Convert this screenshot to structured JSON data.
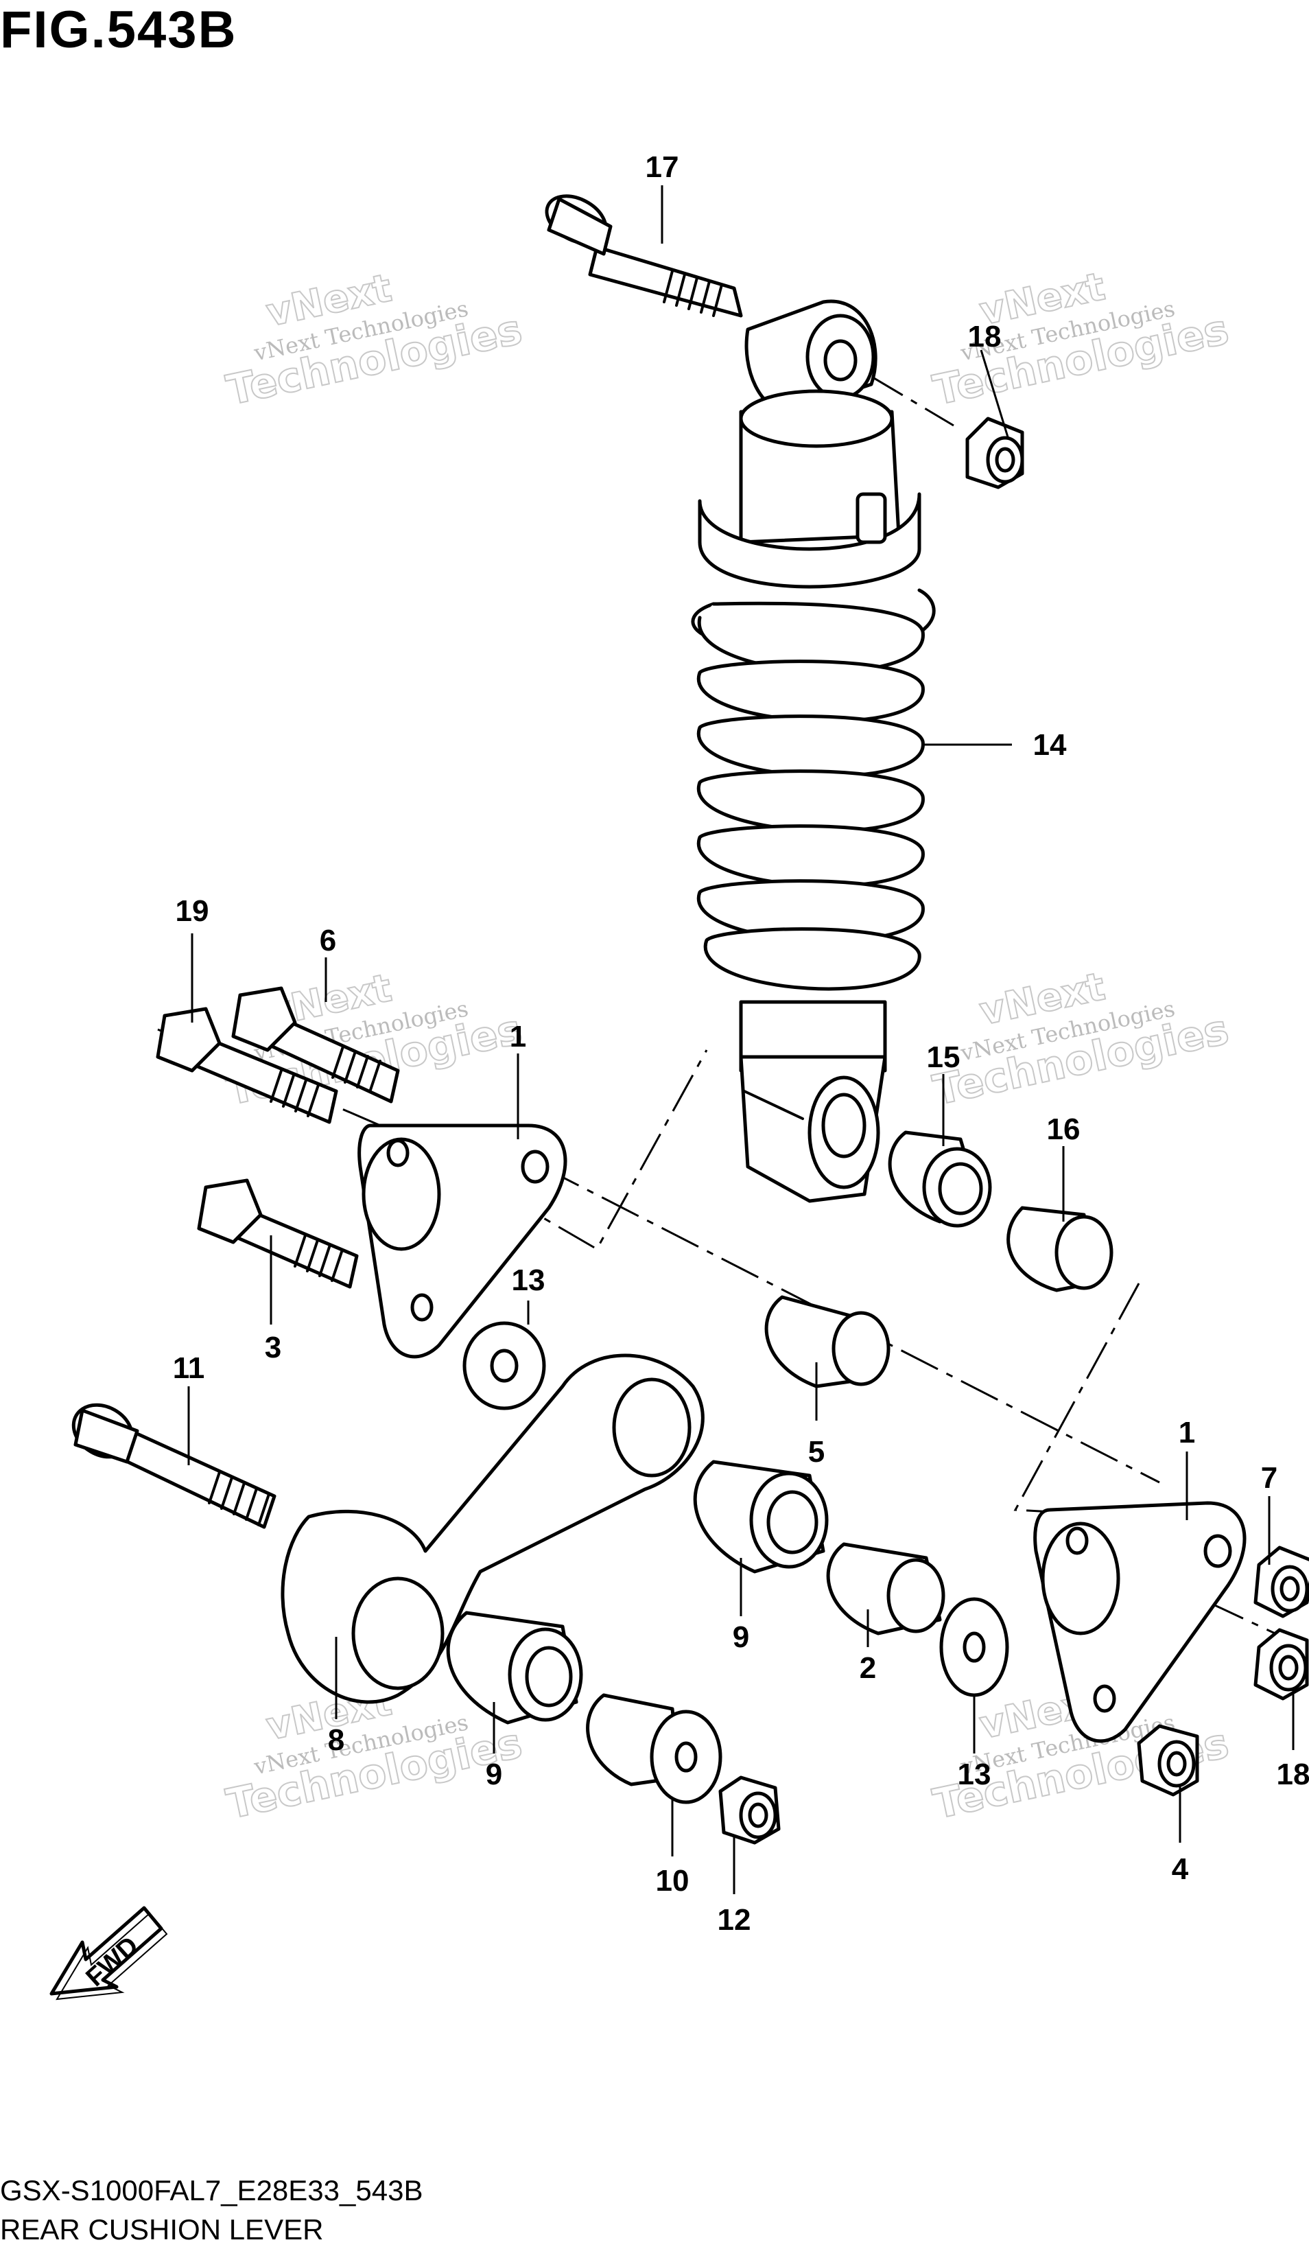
{
  "figure": {
    "title": "FIG.543B",
    "code": "GSX-S1000FAL7_E28E33_543B",
    "name": "REAR CUSHION LEVER"
  },
  "watermark": {
    "small": "vNext Technologies",
    "large_line1": "vNext",
    "large_line2": "Technologies"
  },
  "callouts": [
    "17",
    "18",
    "14",
    "19",
    "6",
    "1",
    "15",
    "16",
    "13",
    "3",
    "11",
    "5",
    "1",
    "7",
    "9",
    "2",
    "8",
    "9",
    "13",
    "18",
    "10",
    "12",
    "4"
  ],
  "fwd_label": "FWD"
}
